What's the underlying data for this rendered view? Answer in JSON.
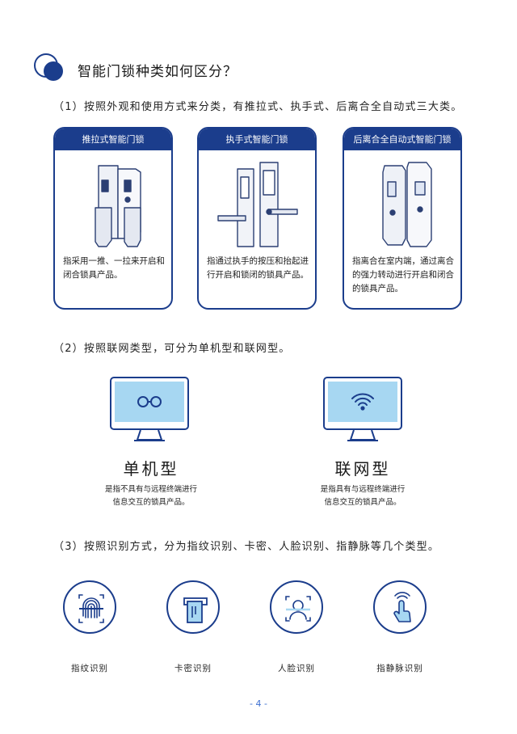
{
  "title": "智能门锁种类如何区分？",
  "section1": {
    "intro": "（1）按照外观和使用方式来分类，有推拉式、执手式、后离合全自动式三大类。",
    "cards": [
      {
        "title": "推拉式智能门锁",
        "desc": "指采用一推、一拉来开启和闭合锁具产品。"
      },
      {
        "title": "执手式智能门锁",
        "desc": "指通过执手的按压和抬起进行开启和锁闭的锁具产品。"
      },
      {
        "title": "后离合全自动式智能门锁",
        "desc": "指离合在室内端，通过离合的强力转动进行开启和闭合的锁具产品。"
      }
    ]
  },
  "section2": {
    "intro": "（2）按照联网类型，可分为单机型和联网型。",
    "types": [
      {
        "title": "单机型",
        "desc_line1": "是指不具有与远程终端进行",
        "desc_line2": "信息交互的锁具产品。",
        "icon": "glasses-icon"
      },
      {
        "title": "联网型",
        "desc_line1": "是指具有与远程终端进行",
        "desc_line2": "信息交互的锁具产品。",
        "icon": "wifi-icon"
      }
    ]
  },
  "section3": {
    "intro": "（3）按照识别方式，分为指纹识别、卡密、人脸识别、指静脉等几个类型。",
    "methods": [
      {
        "label": "指纹识别",
        "icon": "fingerprint-icon"
      },
      {
        "label": "卡密识别",
        "icon": "card-icon"
      },
      {
        "label": "人脸识别",
        "icon": "face-scan-icon"
      },
      {
        "label": "指静脉识别",
        "icon": "finger-touch-icon"
      }
    ]
  },
  "page_number": "- 4 -",
  "colors": {
    "primary": "#1b3d8c",
    "screen": "#a7d7f2",
    "accent": "#3d6fd1"
  }
}
